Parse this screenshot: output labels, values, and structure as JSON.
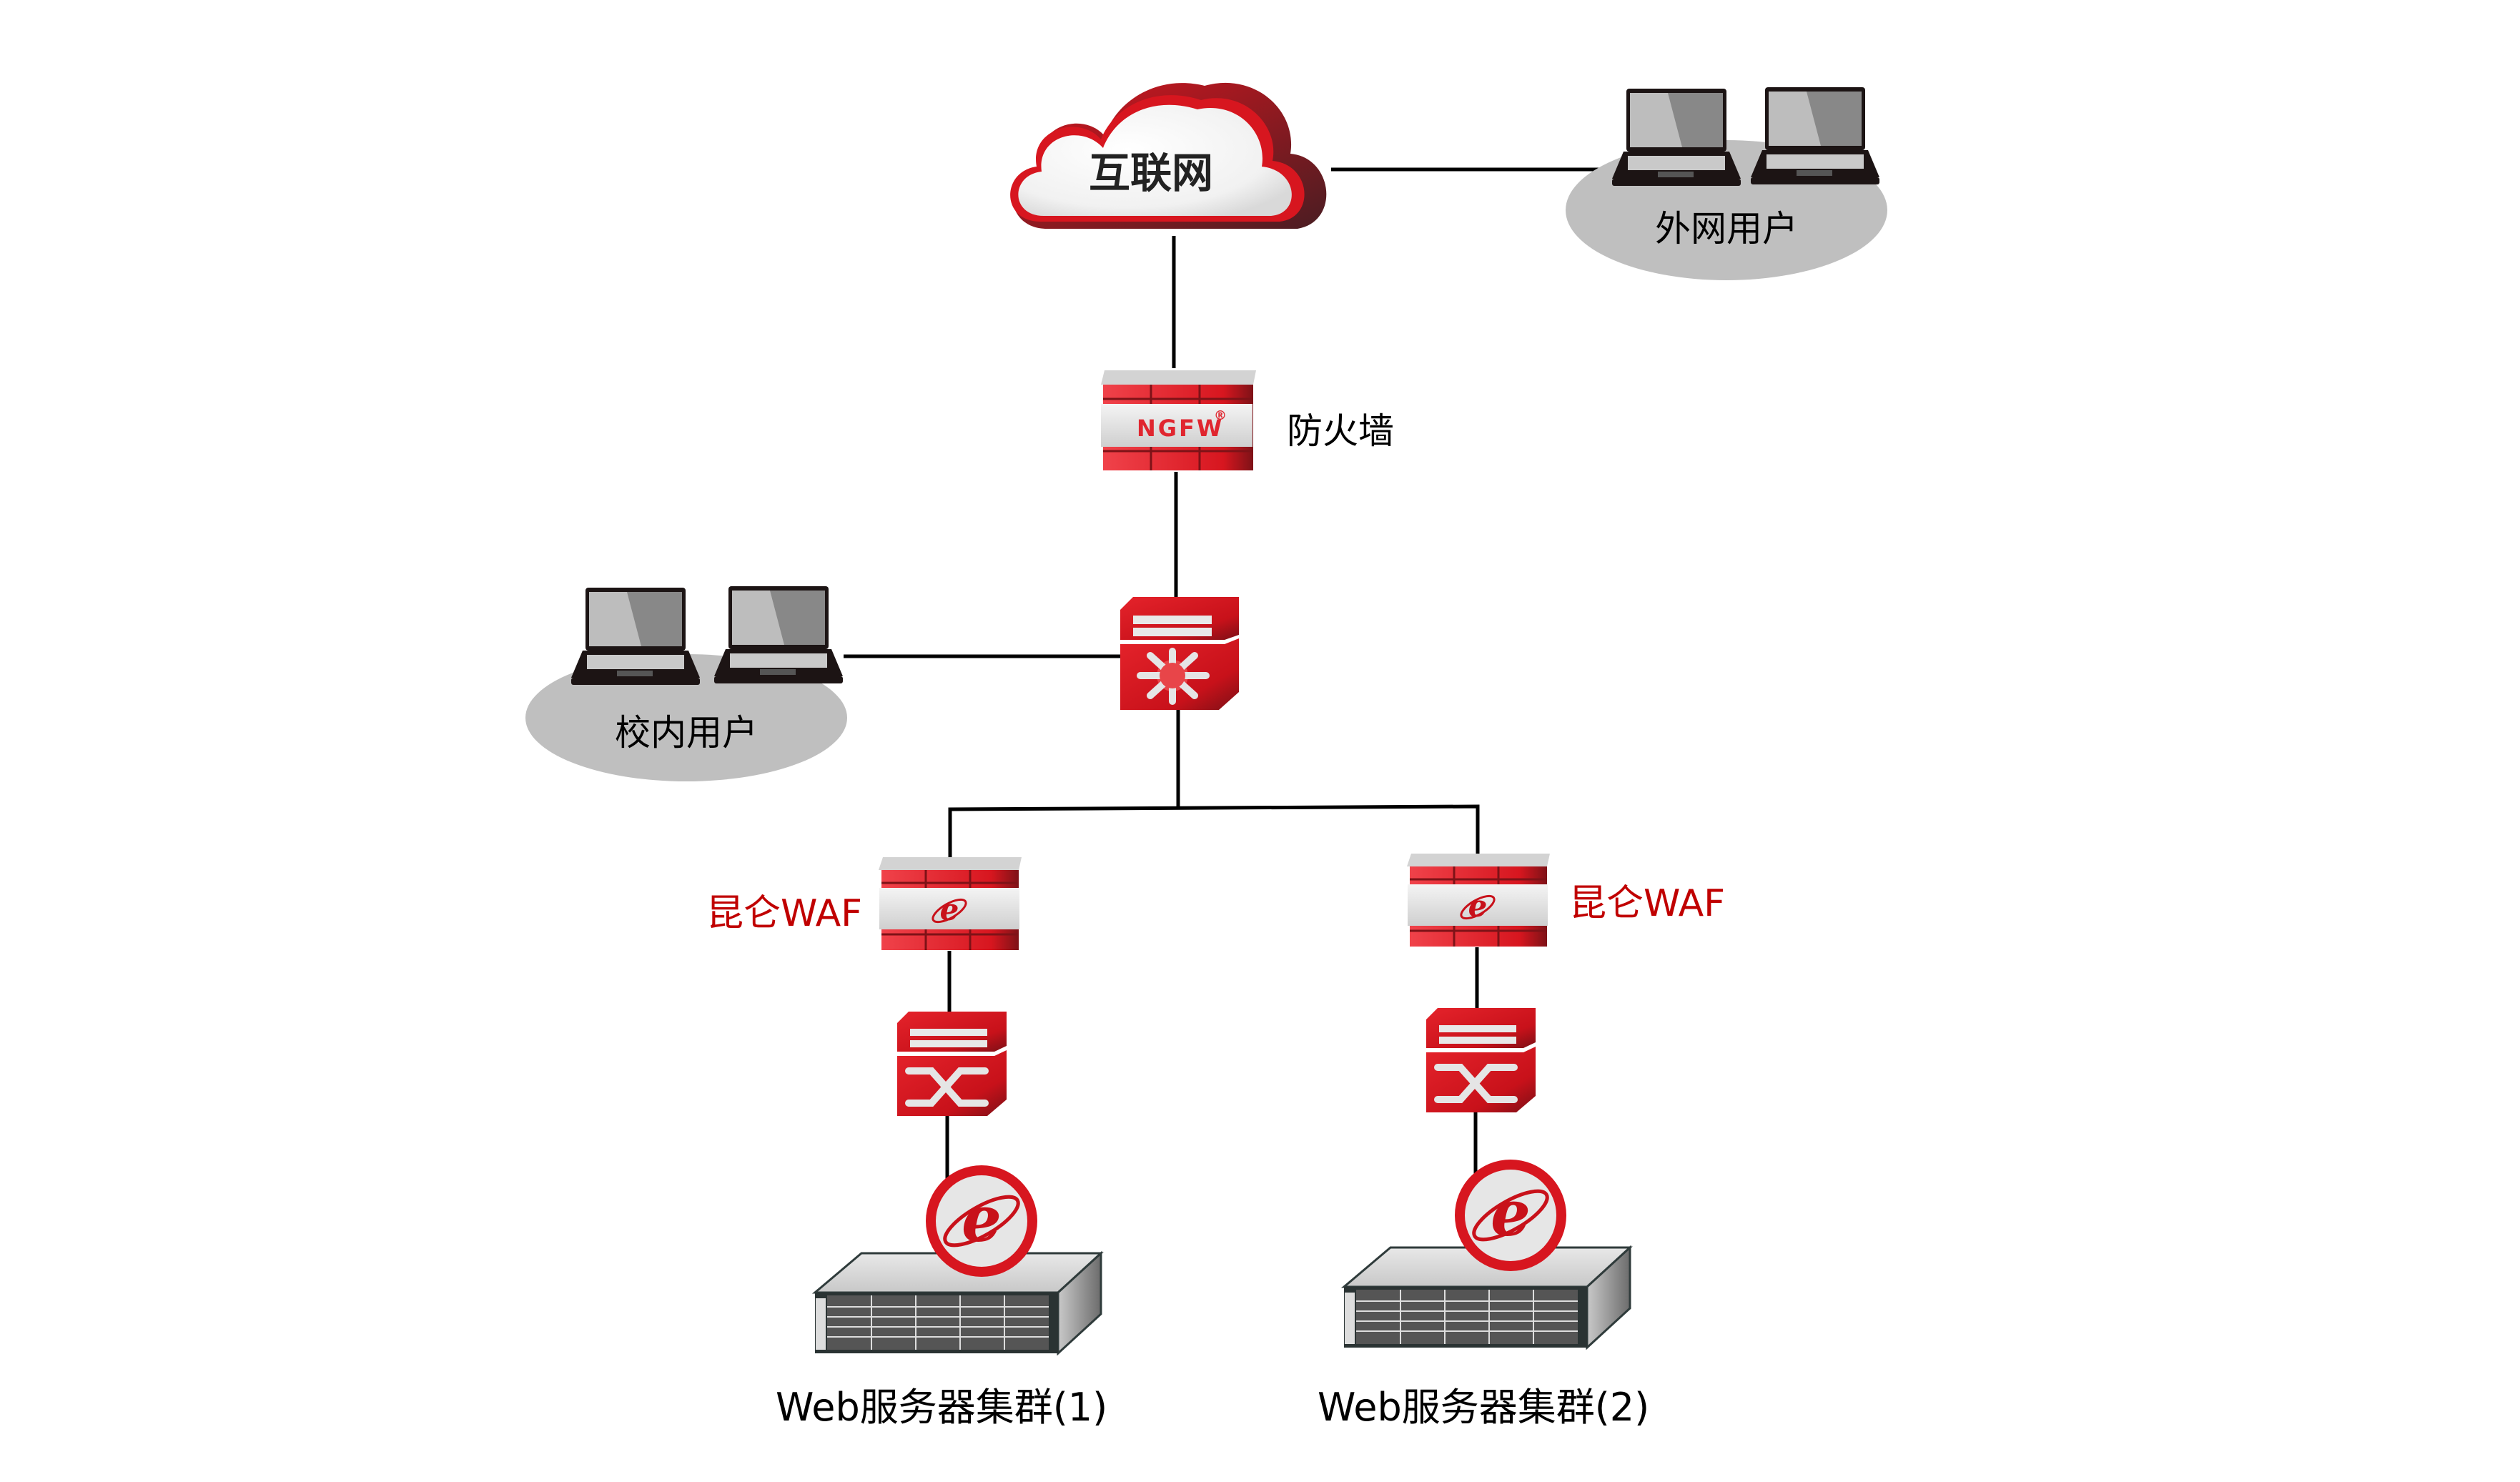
{
  "diagram": {
    "title": "Network topology with Kunlun WAF",
    "nodes": {
      "internet": {
        "label": "互联网",
        "icon": "cloud-icon"
      },
      "external_users": {
        "label": "外网用户",
        "icon": "laptop-icon",
        "count": 2
      },
      "firewall": {
        "label": "防火墙",
        "badge": "NGFW",
        "badge_mark": "®",
        "icon": "firewall-icon"
      },
      "core_switch": {
        "label": "",
        "icon": "core-switch-icon"
      },
      "campus_users": {
        "label": "校内用户",
        "icon": "laptop-icon",
        "count": 2
      },
      "waf_left": {
        "label": "昆仑WAF",
        "icon": "waf-icon"
      },
      "waf_right": {
        "label": "昆仑WAF",
        "icon": "waf-icon"
      },
      "switch_left": {
        "label": "",
        "icon": "access-switch-icon"
      },
      "switch_right": {
        "label": "",
        "icon": "access-switch-icon"
      },
      "web_cluster_1": {
        "label": "Web服务器集群(1)",
        "icon": "web-server-icon"
      },
      "web_cluster_2": {
        "label": "Web服务器集群(2)",
        "icon": "web-server-icon"
      }
    },
    "edges": [
      [
        "internet",
        "external_users"
      ],
      [
        "internet",
        "firewall"
      ],
      [
        "firewall",
        "core_switch"
      ],
      [
        "core_switch",
        "campus_users"
      ],
      [
        "core_switch",
        "waf_left"
      ],
      [
        "core_switch",
        "waf_right"
      ],
      [
        "waf_left",
        "switch_left"
      ],
      [
        "waf_right",
        "switch_right"
      ],
      [
        "switch_left",
        "web_cluster_1"
      ],
      [
        "switch_right",
        "web_cluster_2"
      ]
    ],
    "colors": {
      "brand_red": "#d7161f",
      "dark_red": "#8b1016",
      "label_red": "#c00000",
      "user_group_gray": "#bfbfbf",
      "link": "#000000"
    }
  }
}
